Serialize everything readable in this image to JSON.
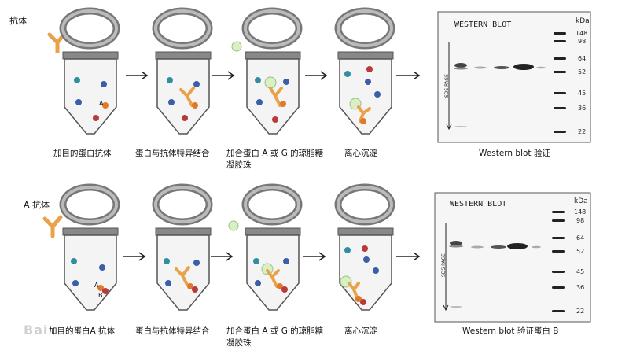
{
  "rows": [
    {
      "antibody_label": "抗体",
      "steps": [
        {
          "caption": "加目的蛋白抗体",
          "caption2": ""
        },
        {
          "caption": "蛋白与抗体特异结合",
          "caption2": ""
        },
        {
          "caption": "加合蛋白 A 或 G 的琼脂糖",
          "caption2": "凝胶珠"
        },
        {
          "caption": "离心沉淀",
          "caption2": ""
        }
      ],
      "blot": {
        "title": "WESTERN  BLOT",
        "unit": "kDa",
        "axis": "SDS PAGE",
        "markers": [
          "148",
          "98",
          "64",
          "52",
          "45",
          "36",
          "22"
        ]
      },
      "blot_caption": "Western blot 验证",
      "tag_a": "A",
      "tag_b": ""
    },
    {
      "antibody_label": "A 抗体",
      "steps": [
        {
          "caption": "加目的蛋白A 抗体",
          "caption2": ""
        },
        {
          "caption": "蛋白与抗体特异结合",
          "caption2": ""
        },
        {
          "caption": "加合蛋白 A 或 G 的琼脂糖",
          "caption2": "凝胶珠"
        },
        {
          "caption": "离心沉淀",
          "caption2": ""
        }
      ],
      "blot": {
        "title": "WESTERN  BLOT",
        "unit": "kDa",
        "axis": "SDS PAGE",
        "markers": [
          "148",
          "98",
          "64",
          "52",
          "45",
          "36",
          "22"
        ]
      },
      "blot_caption": "Western blot 验证蛋白 B",
      "tag_a": "A",
      "tag_b": "B"
    }
  ],
  "watermark": "Bai",
  "colors": {
    "antibody": "#e9a24a",
    "bead": "#d9f0c4",
    "teal": "#2f8fa0",
    "blue": "#3a5fa8",
    "red": "#b83a3a",
    "orange": "#e07a2a"
  }
}
